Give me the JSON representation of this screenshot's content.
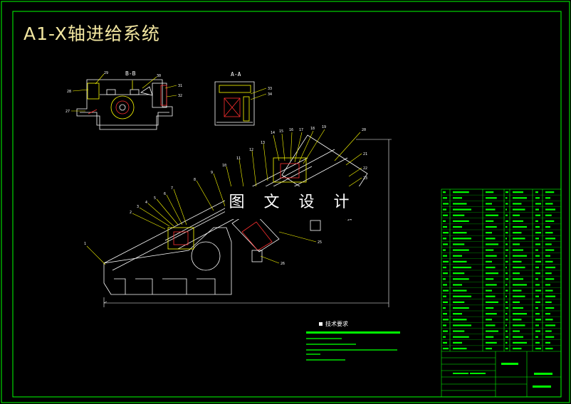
{
  "drawing": {
    "title": "A1-X轴进给系统",
    "watermark": "图 文 设 计",
    "section_b": "B-B",
    "section_a": "A-A",
    "tech_requirements_title": "技术要求"
  },
  "part_numbers": [
    "1",
    "2",
    "3",
    "4",
    "5",
    "6",
    "7",
    "8",
    "9",
    "10",
    "11",
    "12",
    "13",
    "14",
    "15",
    "16",
    "17",
    "18",
    "19",
    "20",
    "21",
    "22",
    "23",
    "24",
    "25",
    "26",
    "27",
    "28",
    "29",
    "30",
    "31",
    "32",
    "33",
    "34"
  ],
  "colors": {
    "frame": "#00ff00",
    "part_lines": "#ffffff",
    "leader_lines": "#ffff00",
    "table_text": "#00ff00",
    "background": "#000000"
  }
}
